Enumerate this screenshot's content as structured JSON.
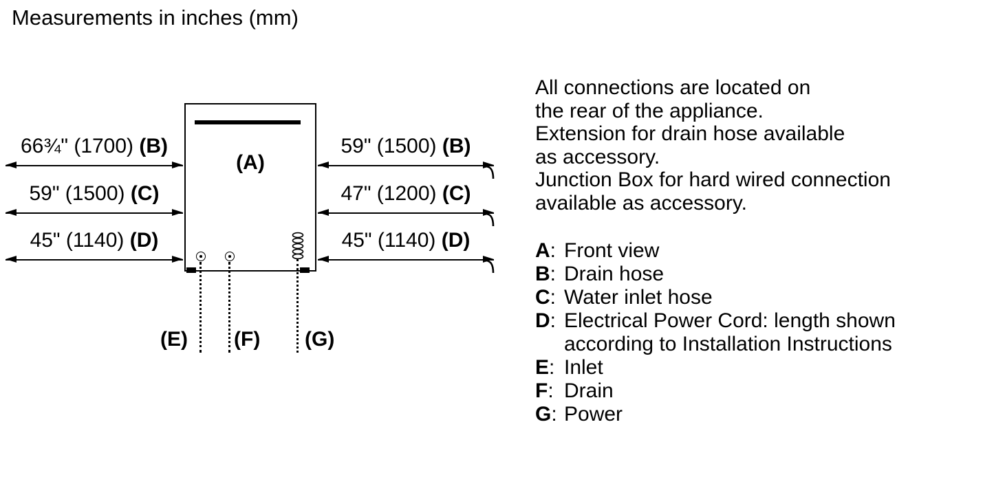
{
  "title": "Measurements in inches (mm)",
  "diagram": {
    "appliance_label": "(A)",
    "left_measurements": [
      {
        "value": "66¾\" (1700)",
        "ref": "(B)"
      },
      {
        "value": "59\" (1500)",
        "ref": "(C)"
      },
      {
        "value": "45\" (1140)",
        "ref": "(D)"
      }
    ],
    "right_measurements": [
      {
        "value": "59\" (1500)",
        "ref": "(B)"
      },
      {
        "value": "47\" (1200)",
        "ref": "(C)"
      },
      {
        "value": "45\" (1140)",
        "ref": "(D)"
      }
    ],
    "connection_labels": {
      "inlet": "(E)",
      "drain": "(F)",
      "power": "(G)"
    }
  },
  "notes": {
    "lines": [
      "All connections are located on",
      "the rear of the appliance.",
      "Extension for drain hose available",
      "as accessory.",
      "Junction Box for hard wired connection",
      "available as accessory."
    ]
  },
  "legend": {
    "separator": ":",
    "items": [
      {
        "key": "A",
        "lines": [
          "Front view"
        ]
      },
      {
        "key": "B",
        "lines": [
          "Drain hose"
        ]
      },
      {
        "key": "C",
        "lines": [
          "Water inlet hose"
        ]
      },
      {
        "key": "D",
        "lines": [
          "Electrical Power Cord: length shown",
          "according to Installation Instructions"
        ]
      },
      {
        "key": "E",
        "lines": [
          "Inlet"
        ]
      },
      {
        "key": "F",
        "lines": [
          "Drain"
        ]
      },
      {
        "key": "G",
        "lines": [
          "Power"
        ]
      }
    ]
  },
  "colors": {
    "ink": "#000000",
    "background": "#ffffff"
  }
}
